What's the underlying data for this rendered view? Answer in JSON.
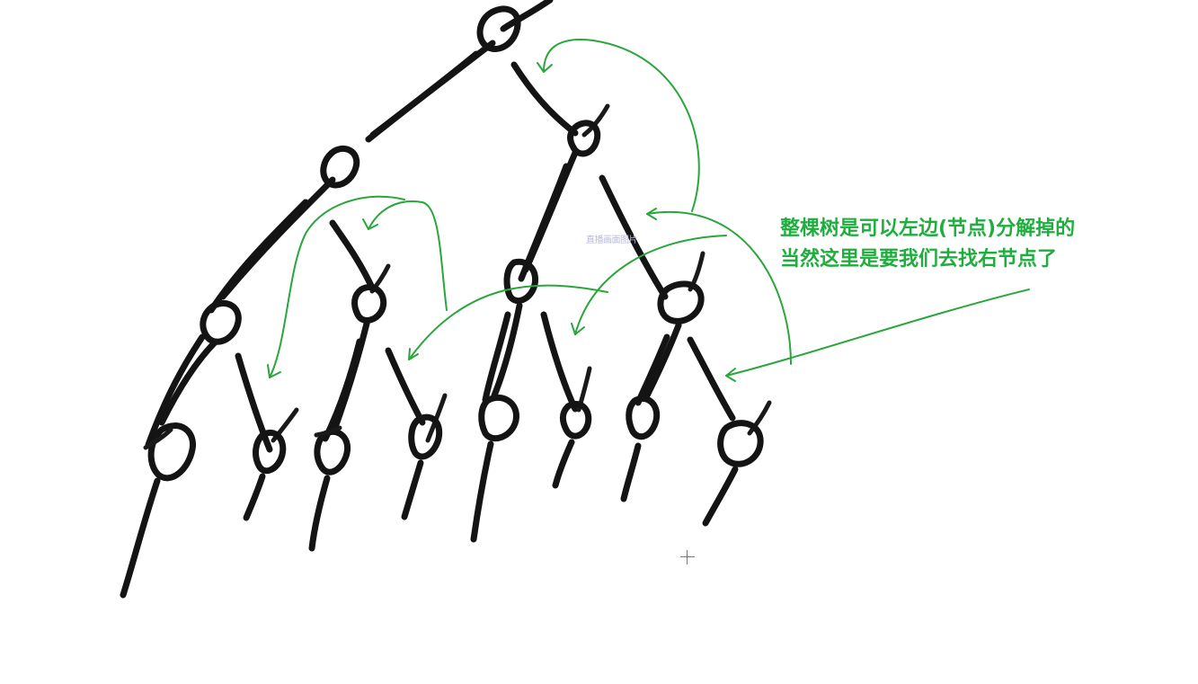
{
  "annotation": {
    "line1": "整棵树是可以左边(节点)分解掉的",
    "line2": "当然这里是要我们去找右节点了"
  },
  "watermark": "直播画面图片",
  "colors": {
    "ink": "#141414",
    "annotation_green": "#2aa63c",
    "background": "#ffffff"
  },
  "icons": [
    "crosshair-cursor-icon"
  ]
}
